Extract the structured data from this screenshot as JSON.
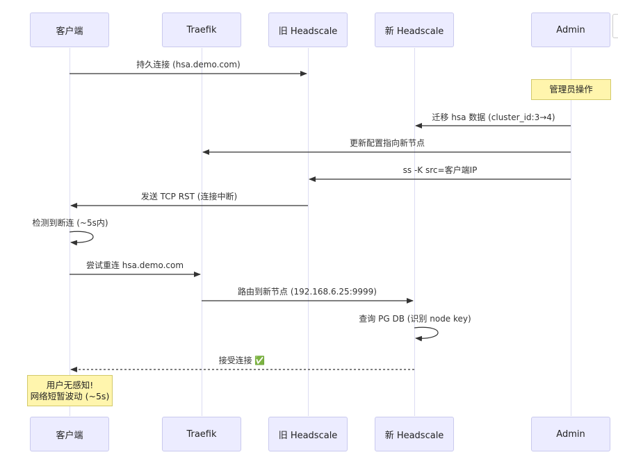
{
  "actors": {
    "client": "客户端",
    "traefik": "Traefik",
    "old": "旧 Headscale",
    "new": "新 Headscale",
    "admin": "Admin"
  },
  "notes": {
    "admin_op": "管理员操作",
    "user_line1": "用户无感知!",
    "user_line2": "网络短暂波动 (~5s)"
  },
  "messages": {
    "m1": "持久连接 (hsa.demo.com)",
    "m2": "迁移 hsa 数据 (cluster_id:3→4)",
    "m3": "更新配置指向新节点",
    "m4": "ss -K src=客户端IP",
    "m5": "发送 TCP RST (连接中断)",
    "m6": "检测到断连 (~5s内)",
    "m7": "尝试重连 hsa.demo.com",
    "m8": "路由到新节点 (192.168.6.25:9999)",
    "m9": "查询 PG DB (识别 node key)",
    "m10": "接受连接 ✅"
  }
}
